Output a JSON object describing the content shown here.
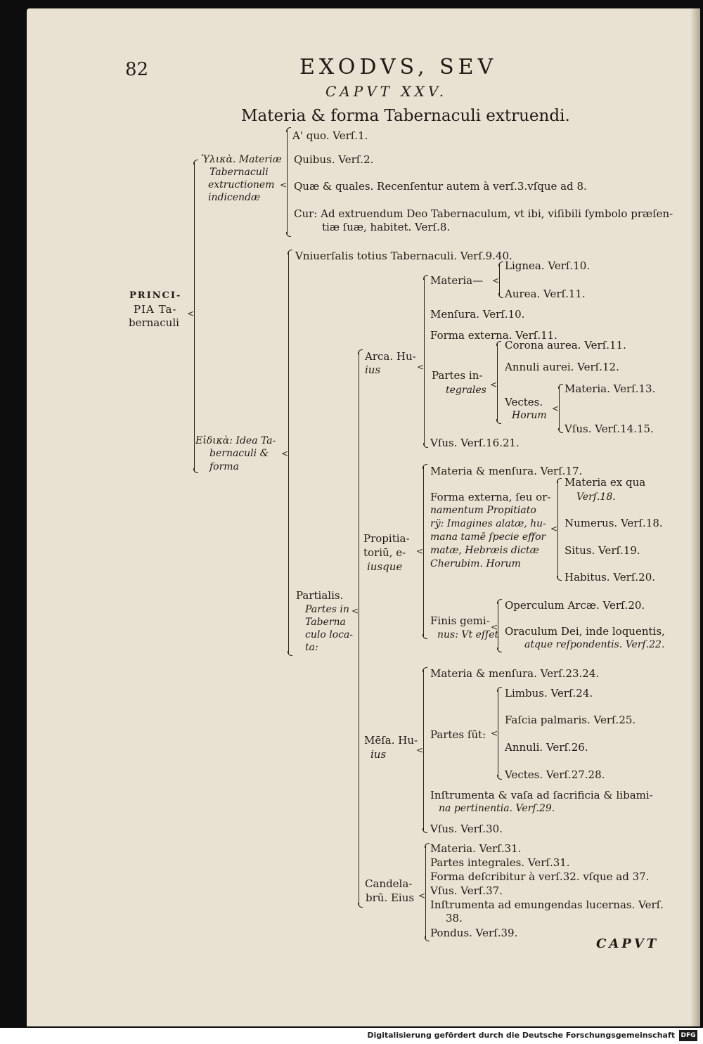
{
  "header": {
    "page_number": "82",
    "running_title": "EXODVS, SEV",
    "chapter": "CAPVT XXV.",
    "title": "Materia & forma Tabernaculi extruendi."
  },
  "tree": {
    "root": [
      "PRINCI-",
      "PIA Ta-",
      "bernaculi"
    ],
    "hyle": {
      "label": [
        "Ὑλικὰ. Materiæ",
        "Tabernaculi",
        "extructionem",
        "indicendæ"
      ],
      "items": [
        "A' quo. Verſ.1.",
        "Quibus. Verſ.2.",
        "Quæ & quales. Recenſentur autem à verſ.3.vſque ad 8.",
        "Cur: Ad extruendum Deo Tabernaculum, vt ibi, viſibili ſymbolo præſen-",
        "tiæ ſuæ, habitet. Verſ.8."
      ]
    },
    "eidos": {
      "label": [
        "Εἰδικὰ: Idea Ta-",
        "bernaculi &",
        "forma"
      ],
      "universalis": "Vniuerſalis totius Tabernaculi. Verſ.9.40.",
      "partialis": [
        "Partialis.",
        "Partes in",
        "Taberna",
        "culo loca-",
        "ta:"
      ],
      "arca": {
        "label": [
          "Arca. Hu-",
          "ius"
        ],
        "materia": "Materia—",
        "materia_items": [
          "Lignea. Verſ.10.",
          "Aurea. Verſ.11."
        ],
        "mensura": "Menſura. Verſ.10.",
        "forma": "Forma externa. Verſ.11.",
        "partes_label": [
          "Partes in-",
          "tegrales"
        ],
        "partes_items": [
          "Corona aurea. Verſ.11.",
          "Annuli aurei. Verſ.12."
        ],
        "vectes_label": [
          "Vectes.",
          "Horum"
        ],
        "vectes_items": [
          "Materia. Verſ.13.",
          "Vſus. Verſ.14.15."
        ],
        "usus": "Vſus. Verſ.16.21."
      },
      "propitiatorium": {
        "label": [
          "Propitia-",
          "toriū, e-",
          "iusque"
        ],
        "materia": "Materia & menſura. Verſ.17.",
        "forma_label": [
          "Forma externa, ſeu or-",
          "namentum Propitiato",
          "rÿ: Imagines alatæ, hu-",
          "mana tamē ſpecie effor",
          "matæ, Hebræis dictæ",
          "Cherubim. Horum"
        ],
        "forma_items": [
          "Materia ex qua",
          "Verſ.18.",
          "Numerus. Verſ.18.",
          "Situs. Verſ.19.",
          "Habitus. Verſ.20."
        ],
        "finis_label": [
          "Finis gemi-",
          "nus: Vt eſſet"
        ],
        "finis_items": [
          "Operculum Arcæ. Verſ.20.",
          "Oraculum Dei, inde loquentis,",
          "atque reſpondentis. Verſ.22."
        ]
      },
      "mensa": {
        "label": [
          "Mēſa. Hu-",
          "ius"
        ],
        "materia": "Materia & menſura. Verſ.23.24.",
        "partes_label": "Partes ſūt:",
        "partes_items": [
          "Limbus. Verſ.24.",
          "Faſcia palmaris. Verſ.25.",
          "Annuli. Verſ.26.",
          "Vectes. Verſ.27.28."
        ],
        "instrumenta": [
          "Inſtrumenta & vaſa ad ſacrificia & libami-",
          "na pertinentia. Verſ.29."
        ],
        "usus": "Vſus. Verſ.30."
      },
      "candelabrum": {
        "label": [
          "Candela-",
          "brū. Eius"
        ],
        "items": [
          "Materia. Verſ.31.",
          "Partes integrales. Verſ.31.",
          "Forma deſcribitur à verſ.32. vſque ad 37.",
          "Vſus. Verſ.37.",
          "Inſtrumenta ad emungendas lucernas. Verſ.",
          "38.",
          "Pondus. Verſ.39."
        ]
      }
    }
  },
  "catchword": "CAPVT",
  "footer": {
    "text": "Digitalisierung gefördert durch die Deutsche Forschungsgemeinschaft",
    "logo": "DFG"
  }
}
